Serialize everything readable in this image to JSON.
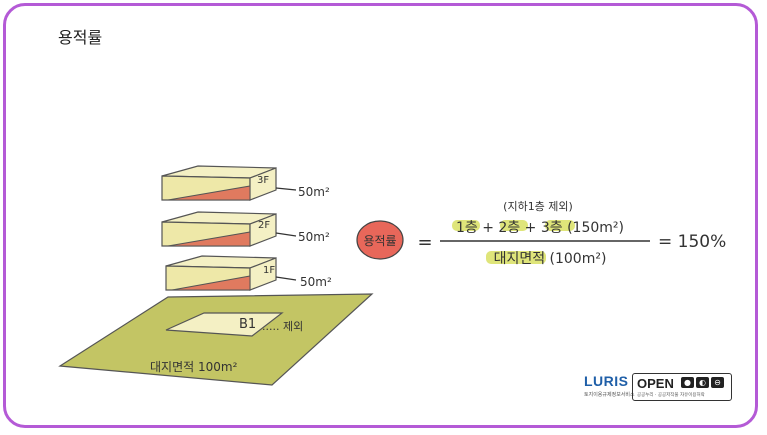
{
  "title": "용적률",
  "floors": [
    {
      "id": "3F",
      "area": "50m²"
    },
    {
      "id": "2F",
      "area": "50m²"
    },
    {
      "id": "1F",
      "area": "50m²"
    }
  ],
  "basement": {
    "id": "B1",
    "note": "..... 제외"
  },
  "lot_label": "대지면적 100m²",
  "formula": {
    "badge": "용적률",
    "equals": "=",
    "numerator_note": "(지하1층 제외)",
    "numerator": "1층 + 2층 + 3층 (150m²)",
    "denominator": "대지면적 (100m²)",
    "result": "= 150%"
  },
  "logos": {
    "luris": "LURIS",
    "luris_sub": "토지이용규제정보서비스",
    "open": "OPEN",
    "open_sub": "공공누리 · 공공저작물 자유이용허락"
  },
  "colors": {
    "frame": "#b45ad6",
    "block_top": "#f4f0c4",
    "block_front": "#eee8a8",
    "block_side": "#e07a5f",
    "lot": "#c3c564",
    "badge": "#e8675a",
    "highlight": "#dfe57a"
  }
}
